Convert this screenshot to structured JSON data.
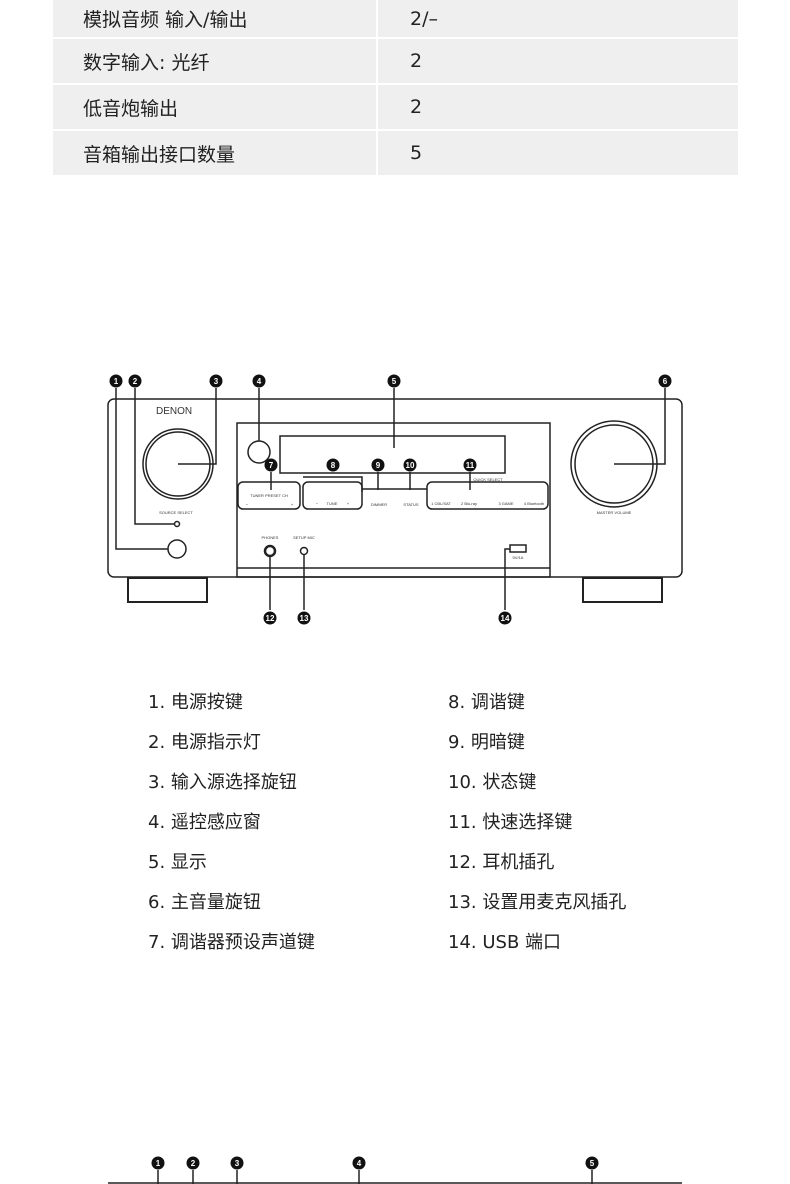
{
  "spec_table": [
    {
      "label": "模拟音频 输入/输出",
      "value": "2/–"
    },
    {
      "label": "数字输入: 光纤",
      "value": "2"
    },
    {
      "label": "低音炮输出",
      "value": "2"
    },
    {
      "label": "音箱输出接口数量",
      "value": "5"
    }
  ],
  "device": {
    "brand": "DENON",
    "source_select": "SOURCE SELECT",
    "master_volume": "MASTER VOLUME",
    "tuner_preset": "TUNER PRESET CH",
    "tune": "TUNE",
    "dimmer": "DIMMER",
    "status": "STATUS",
    "quick_select": "QUICK SELECT",
    "qs": [
      "1 CBL/SAT",
      "2 Blu-ray",
      "3 GAME",
      "4 Bluetooth"
    ],
    "phones": "PHONES",
    "setup_mic": "SETUP MIC",
    "usb_rating": "5V/1A",
    "minus": "−",
    "plus": "+"
  },
  "callouts": [
    "1",
    "2",
    "3",
    "4",
    "5",
    "6",
    "7",
    "8",
    "9",
    "10",
    "11",
    "12",
    "13",
    "14"
  ],
  "legend_left": [
    "1. 电源按键",
    "2. 电源指示灯",
    "3. 输入源选择旋钮",
    "4. 遥控感应窗",
    "5. 显示",
    "6. 主音量旋钮",
    "7. 调谐器预设声道键"
  ],
  "legend_right": [
    "8. 调谐键",
    "9. 明暗键",
    "10. 状态键",
    "11. 快速选择键",
    "12. 耳机插孔",
    "13. 设置用麦克风插孔",
    "14. USB 端口"
  ],
  "bottom_callouts": [
    "1",
    "2",
    "3",
    "4",
    "5"
  ]
}
